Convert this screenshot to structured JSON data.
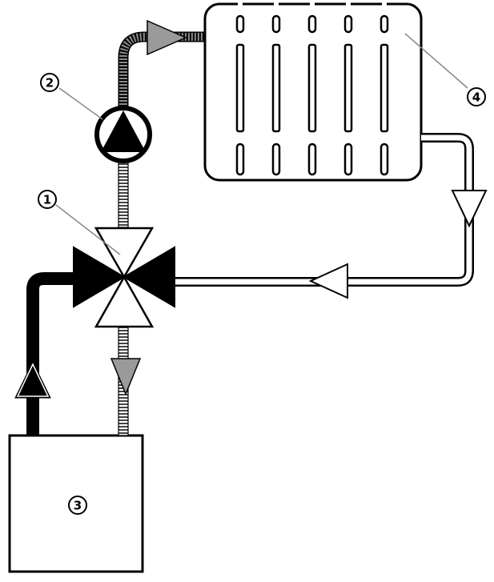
{
  "callouts": [
    {
      "label": "1"
    },
    {
      "label": "2"
    },
    {
      "label": "3"
    },
    {
      "label": "4"
    }
  ],
  "colors": {
    "stroke": "#000000",
    "background": "#ffffff",
    "pipe_hatched": "#555555",
    "arrow_gray": "#999999",
    "leader": "#888888"
  }
}
